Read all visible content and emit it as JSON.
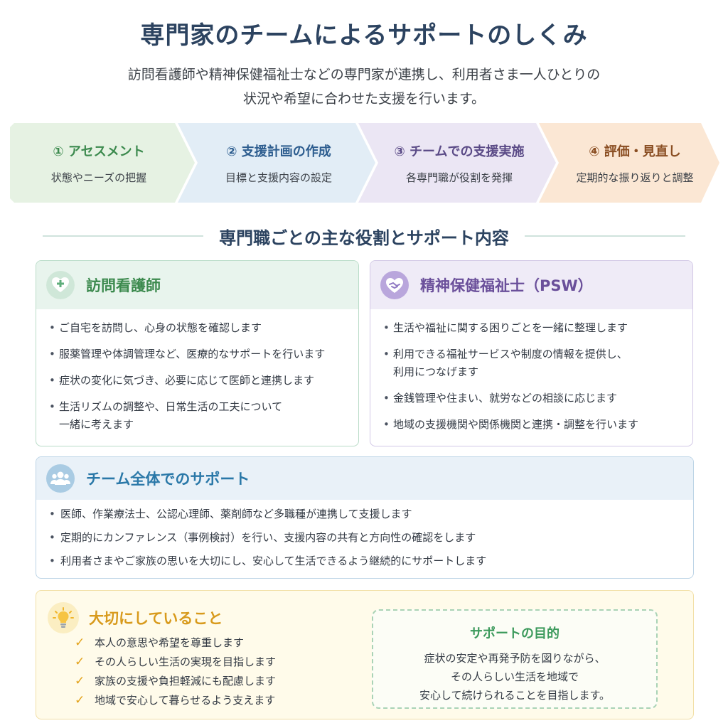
{
  "header": {
    "title": "専門家のチームによるサポートのしくみ",
    "subtitle_line1": "訪問看護師や精神保健福祉士などの専門家が連携し、利用者さま一人ひとりの",
    "subtitle_line2": "状況や希望に合わせた支援を行います。"
  },
  "steps": [
    {
      "title": "① アセスメント",
      "desc": "状態やニーズの把握",
      "color": "#3c8a4e",
      "bg": "#e6f2e3"
    },
    {
      "title": "② 支援計画の作成",
      "desc": "目標と支援内容の設定",
      "color": "#2d5d8f",
      "bg": "#e2edf6"
    },
    {
      "title": "③ チームでの支援実施",
      "desc": "各専門職が役割を発揮",
      "color": "#5a4a86",
      "bg": "#ebe6f4"
    },
    {
      "title": "④ 評価・見直し",
      "desc": "定期的な振り返りと調整",
      "color": "#8a4e22",
      "bg": "#fbe7d4"
    }
  ],
  "section_heading": "専門職ごとの主な役割とサポート内容",
  "nurse": {
    "title": "訪問看護師",
    "icon": "heart-plus-icon",
    "color": "#3c8a4e",
    "items": [
      "ご自宅を訪問し、心身の状態を確認します",
      "服薬管理や体調管理など、医療的なサポートを行います",
      "症状の変化に気づき、必要に応じて医師と連携します",
      "生活リズムの調整や、日常生活の工夫について\n一緒に考えます"
    ]
  },
  "psw": {
    "title": "精神保健福祉士（PSW）",
    "icon": "handshake-heart-icon",
    "color": "#6a4f9a",
    "items": [
      "生活や福祉に関する困りごとを一緒に整理します",
      "利用できる福祉サービスや制度の情報を提供し、\n利用につなげます",
      "金銭管理や住まい、就労などの相談に応じます",
      "地域の支援機関や関係機関と連携・調整を行います"
    ]
  },
  "team": {
    "title": "チーム全体でのサポート",
    "icon": "group-icon",
    "color": "#2a78a8",
    "items": [
      "医師、作業療法士、公認心理師、薬剤師など多職種が連携して支援します",
      "定期的にカンファレンス（事例検討）を行い、支援内容の共有と方向性の確認をします",
      "利用者さまやご家族の思いを大切にし、安心して生活できるよう継続的にサポートします"
    ]
  },
  "important": {
    "title": "大切にしていること",
    "icon": "lightbulb-icon",
    "items": [
      "本人の意思や希望を尊重します",
      "その人らしい生活の実現を目指します",
      "家族の支援や負担軽減にも配慮します",
      "地域で安心して暮らせるよう支えます"
    ]
  },
  "purpose": {
    "title": "サポートの目的",
    "line1": "症状の安定や再発予防を図りながら、",
    "line2": "その人らしい生活を地域で",
    "line3": "安心して続けられることを目指します。"
  }
}
